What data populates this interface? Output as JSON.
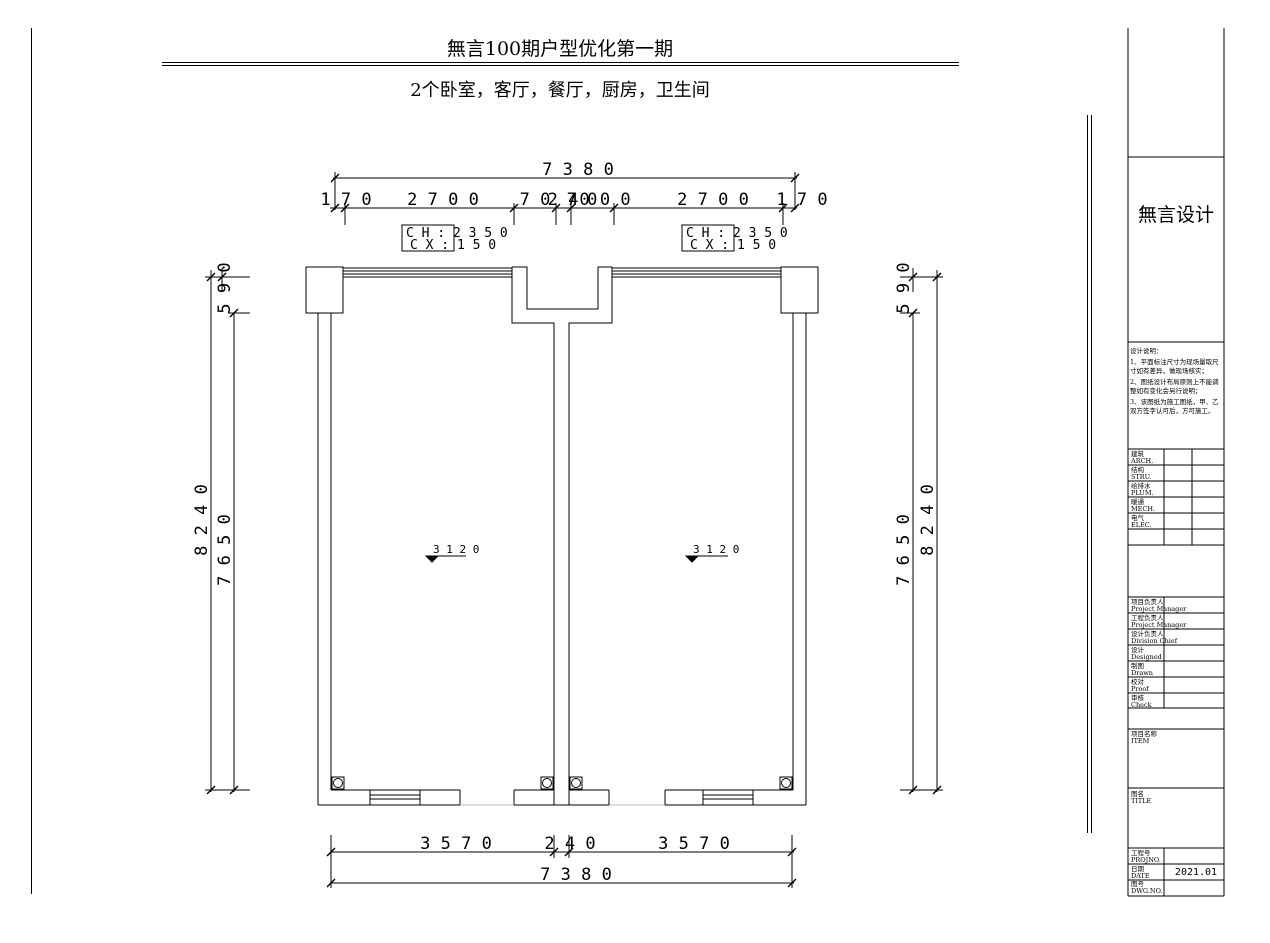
{
  "title": "無言100期户型优化第一期",
  "subtitle": "2个卧室，客厅，餐厅，厨房，卫生间",
  "plan": {
    "dim_top_total": "7 3 8 0",
    "dim_top_segments": [
      "1 7 0",
      "2 7 0 0",
      "7 0",
      "2 4",
      "7 0",
      "0 0 0",
      "2 7 0 0",
      "1 7 0"
    ],
    "window_tags": [
      {
        "ch": "C H : 2 3 5 0",
        "cx": "C X : 1 5 0"
      },
      {
        "ch": "C H : 2 3 5 0",
        "cx": "C X : 1 5 0"
      }
    ],
    "dim_left_top": "5 9 0",
    "dim_left_outer": "8 2 4 0",
    "dim_left_inner": "7 6 5 0",
    "dim_right_top": "5 9 0",
    "dim_right_outer": "8 2 4 0",
    "dim_right_inner": "7 6 5 0",
    "level_marks": [
      "3 1 2 0",
      "3 1 2 0"
    ],
    "dim_bottom_segments": [
      "3 5 7 0",
      "2 4 0",
      "3 5 7 0"
    ],
    "dim_bottom_total": "7 3 8 0"
  },
  "title_block": {
    "firm_name": "無言设计",
    "notes_heading": "设计说明：",
    "notes": [
      "1、平面标注尺寸为现场量取尺寸如有差异，做现场核实；",
      "2、图纸设计布局原则上不能调整如有变化会另行说明；",
      "3、该图纸为施工图纸，甲、乙双方签字认可后，方可施工。"
    ],
    "disciplines": [
      {
        "cn": "建筑",
        "en": "ARCH."
      },
      {
        "cn": "结构",
        "en": "STRU."
      },
      {
        "cn": "给排水",
        "en": "PLUM."
      },
      {
        "cn": "暖通",
        "en": "MECH."
      },
      {
        "cn": "电气",
        "en": "ELEC."
      }
    ],
    "roles": [
      {
        "cn": "项目负责人",
        "en": "Project Manager"
      },
      {
        "cn": "工程负责人",
        "en": "Project Manager"
      },
      {
        "cn": "设计负责人",
        "en": "Division Chief"
      },
      {
        "cn": "设计",
        "en": "Designed"
      },
      {
        "cn": "制图",
        "en": "Drawn"
      },
      {
        "cn": "校对",
        "en": "Proof"
      },
      {
        "cn": "审核",
        "en": "Check"
      }
    ],
    "item_label": {
      "cn": "项目名称",
      "en": "ITEM"
    },
    "drawing_title_label": {
      "cn": "图名",
      "en": "TITLE"
    },
    "project_no_label": {
      "cn": "工程号",
      "en": "PROJNO."
    },
    "date_label": {
      "cn": "日期",
      "en": "DATE"
    },
    "date_value": "2021.01",
    "drawing_no_label": {
      "cn": "图号",
      "en": "DWG.NO."
    }
  }
}
